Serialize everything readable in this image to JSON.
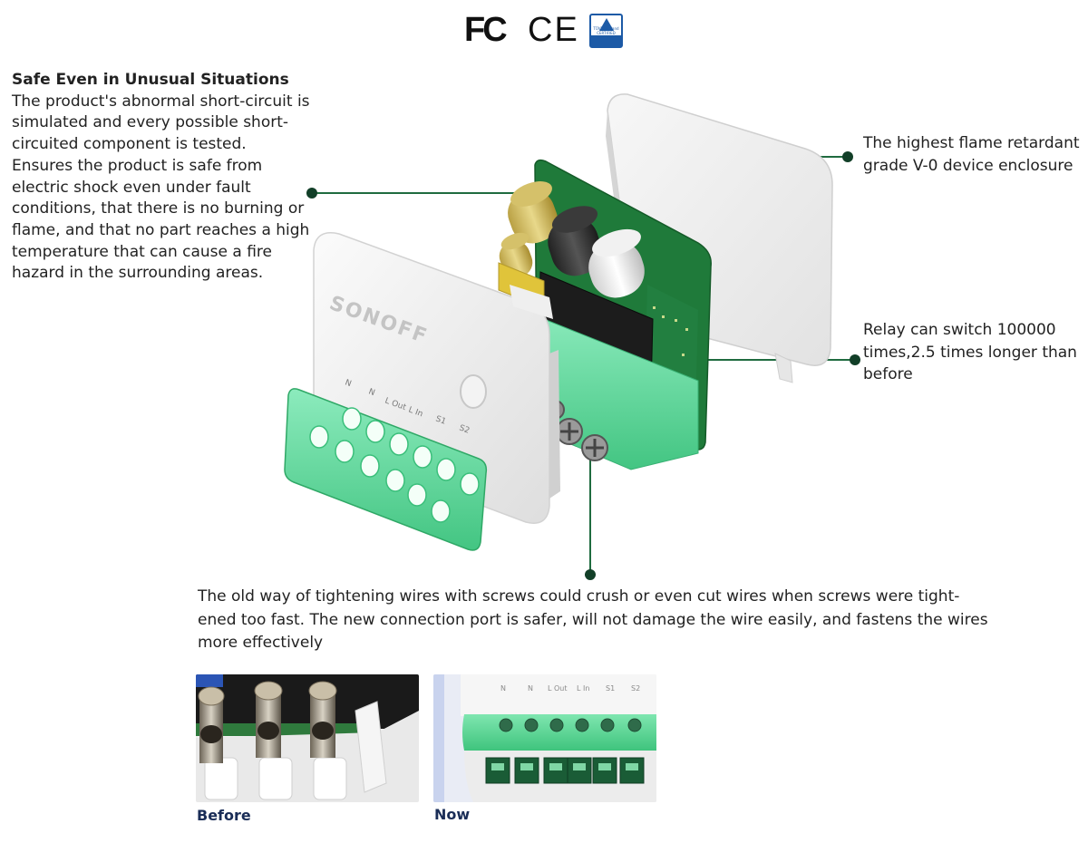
{
  "certifications": {
    "fc": "FC",
    "ce": "CE",
    "tuv": "TÜVRheinland CERTIFIED"
  },
  "safety": {
    "heading": "Safe Even in Unusual Situations",
    "body": "The product's abnormal short-circuit is simulated and every possible short-circuited component is tested. Ensures the product is safe from electric shock even under fault conditions, that there is no burning or flame, and that no part reaches a high temperature that can cause a fire hazard in the surrounding areas."
  },
  "callouts": {
    "flame": "The highest flame retardant grade V-0 device enclosure",
    "relay": "Relay can switch 100000 times,2.5 times longer than before"
  },
  "connection_text": "The old way of tightening wires with screws could crush or even cut wires when screws were tight-ened too fast. The new connection port is safer, will not damage the wire easily, and fastens the wires more effectively",
  "product": {
    "brand": "SONOFF",
    "terminal_labels": [
      "N",
      "N",
      "L Out",
      "L In",
      "S1",
      "S2"
    ]
  },
  "comparison": {
    "before_label": "Before",
    "now_label": "Now",
    "now_terminal_labels": [
      "N",
      "N",
      "L Out",
      "L In",
      "S1",
      "S2"
    ]
  },
  "colors": {
    "accent_green": "#1f6b3f",
    "dot_green": "#123f28",
    "terminal_green": "#5fd89a",
    "pcb_green": "#1f7a3a",
    "caption_blue": "#1a2d57"
  }
}
